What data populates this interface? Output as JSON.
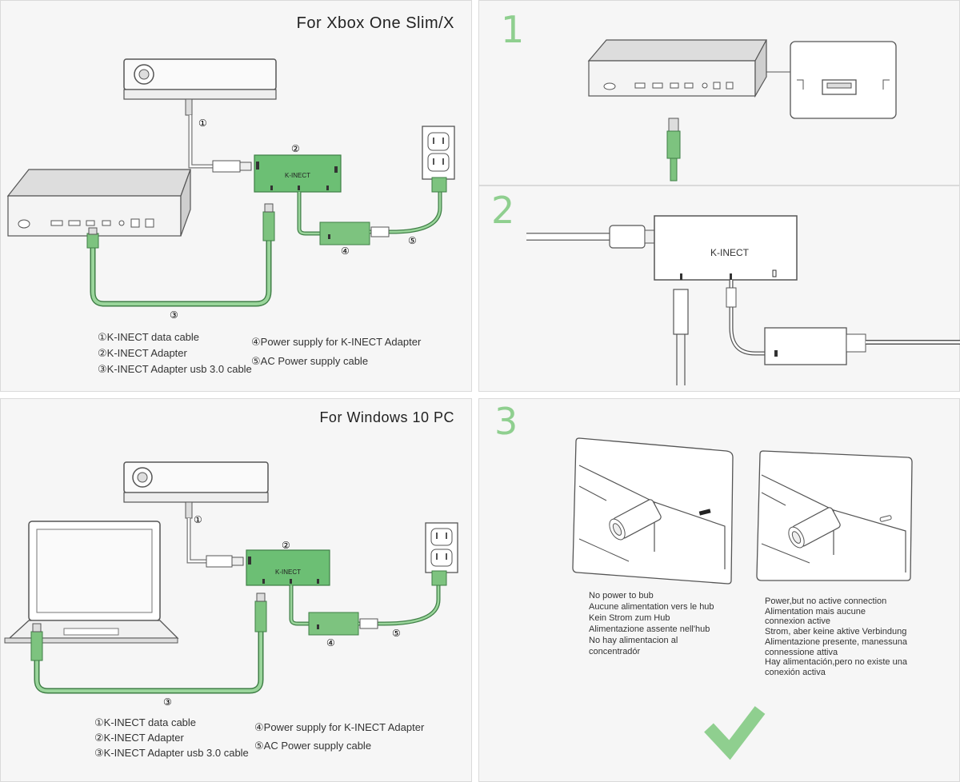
{
  "xbox_panel": {
    "title": "For Xbox One Slim/X",
    "hub_label": "K-INECT",
    "markers": [
      "①",
      "②",
      "③",
      "④",
      "⑤"
    ],
    "legend_left": [
      "①K-INECT data cable",
      "②K-INECT  Adapter",
      "③K-INECT Adapter usb 3.0 cable"
    ],
    "legend_right": [
      "④Power supply for K-INECT Adapter",
      "⑤AC Power supply cable"
    ]
  },
  "pc_panel": {
    "title": "For Windows 10 PC",
    "hub_label": "K-INECT",
    "markers": [
      "①",
      "②",
      "③",
      "④",
      "⑤"
    ],
    "legend_left": [
      "①K-INECT data cable",
      "②K-INECT  Adapter",
      "③K-INECT Adapter usb 3.0 cable"
    ],
    "legend_right": [
      "④Power supply for K-INECT Adapter",
      "⑤AC Power supply cable"
    ]
  },
  "step1": {
    "number": "1"
  },
  "step2": {
    "number": "2",
    "hub_label": "K-INECT"
  },
  "step3": {
    "number": "3",
    "left_status": [
      "No power to bub",
      "Aucune alimentation vers le hub",
      "Kein Strom zum Hub",
      "Alimentazione assente nell'hub",
      "No hay alimentacion al",
      "concentradór"
    ],
    "right_status": [
      "Power,but no active connection",
      "Alimentation mais aucune",
      "connexion active",
      "Strom, aber keine aktive Verbindung",
      "Alimentazione presente, manessuna",
      "connessione attiva",
      "Hay alimentación,pero no existe una",
      "conexión activa"
    ]
  },
  "colors": {
    "cable_green": "#7dc37f",
    "hub_green": "#6cbf74",
    "step_green": "#8fcf8f",
    "outline": "#555555"
  }
}
